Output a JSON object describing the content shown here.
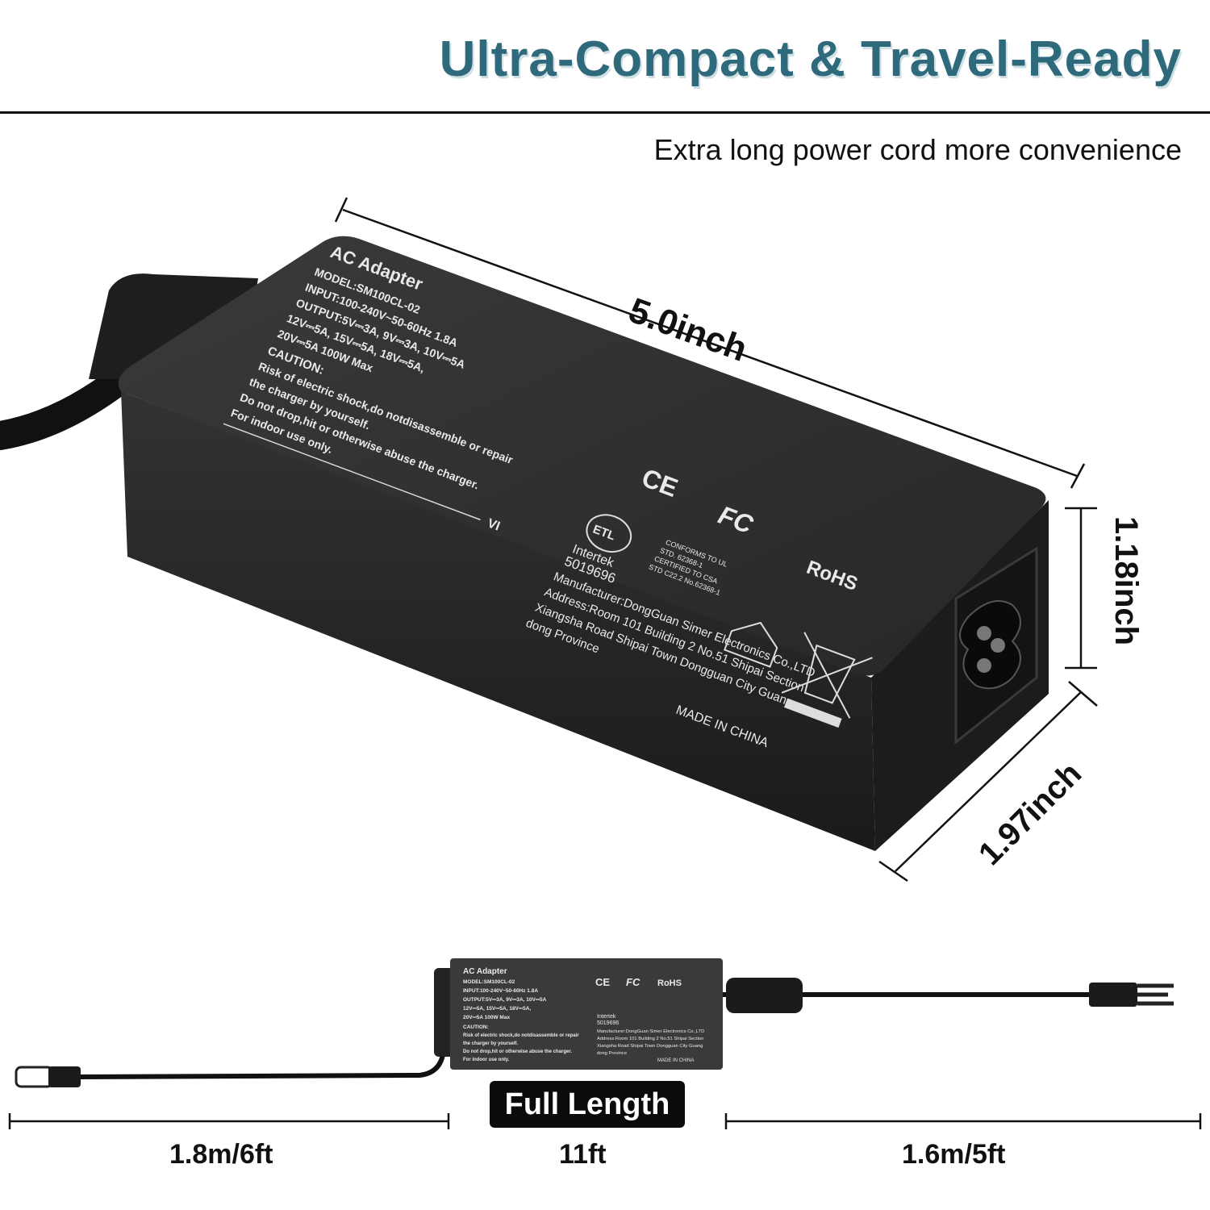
{
  "headline": "Ultra-Compact & Travel-Ready",
  "subtitle": "Extra long power cord more convenience",
  "dimensions": {
    "length": "5.0inch",
    "height": "1.18inch",
    "width": "1.97inch"
  },
  "label": {
    "title": "AC Adapter",
    "model": "MODEL:SM100CL-02",
    "input": "INPUT:100-240V~50-60Hz 1.8A",
    "output1": "OUTPUT:5V⎓3A,  9V⎓3A,  10V⎓5A",
    "output2": "12V⎓5A,  15V⎓5A,  18V⎓5A,",
    "output3": "20V⎓5A  100W Max",
    "caution": "CAUTION:",
    "caution1": "Risk of electric shock,do notdisassemble or repair",
    "caution2": "the charger by yourself.",
    "caution3": "Do not drop,hit or otherwise abuse the charger.",
    "caution4": "For indoor use only.",
    "ce": "CE",
    "fc": "FC",
    "rohs": "RoHS",
    "vi": "VI",
    "etl": "ETL",
    "intertek": "Intertek",
    "cert_no": "5019696",
    "conform1": "CONFORMS TO UL",
    "conform2": "STD. 62368-1",
    "conform3": "CERTIFIED TO CSA",
    "conform4": "STD C22.2 No.62368-1",
    "manufacturer": "Manufacturer:DongGuan Simer Electronics Co.,LTD",
    "address1": "Address:Room 101 Building 2 No.51 Shipai Section",
    "address2": "Xiangsha Road Shipai Town Dongguan City Guang",
    "address3": "dong Province",
    "made_in": "MADE IN CHINA"
  },
  "small_label": {
    "title": "AC Adapter",
    "model": "MODEL:SM100CL-02",
    "input": "INPUT:100-240V~50-60Hz 1.8A",
    "output1": "OUTPUT:5V⎓3A,  9V⎓3A,  10V⎓5A",
    "output2": "12V⎓5A,  15V⎓5A,  18V⎓5A,",
    "output3": "20V⎓5A  100W Max",
    "caution": "CAUTION:",
    "caution1": "Risk of electric shock,do notdisassemble or repair",
    "caution2": "the charger by yourself.",
    "caution3": "Do not drop,hit or otherwise abuse the charger.",
    "caution4": "For indoor use only.",
    "ce": "CE",
    "fc": "FC",
    "rohs": "RoHS",
    "intertek": "Intertek",
    "cert_no": "5019696",
    "manufacturer": "Manufacturer:DongGuan Simer Electronics Co.,LTD",
    "address1": "Address:Room 101 Building 2 No.51 Shipai Section",
    "address2": "Xiangsha Road Shipai Town Dongguan City Guang",
    "address3": "dong Province",
    "made_in": "MADE IN CHINA"
  },
  "cable": {
    "badge": "Full Length",
    "left_length": "1.8m/6ft",
    "total_length": "11ft",
    "right_length": "1.6m/5ft"
  },
  "colors": {
    "headline": "#2f6a7c",
    "adapter_body": "#2b2b2b",
    "label_text": "#e9e9e9"
  }
}
